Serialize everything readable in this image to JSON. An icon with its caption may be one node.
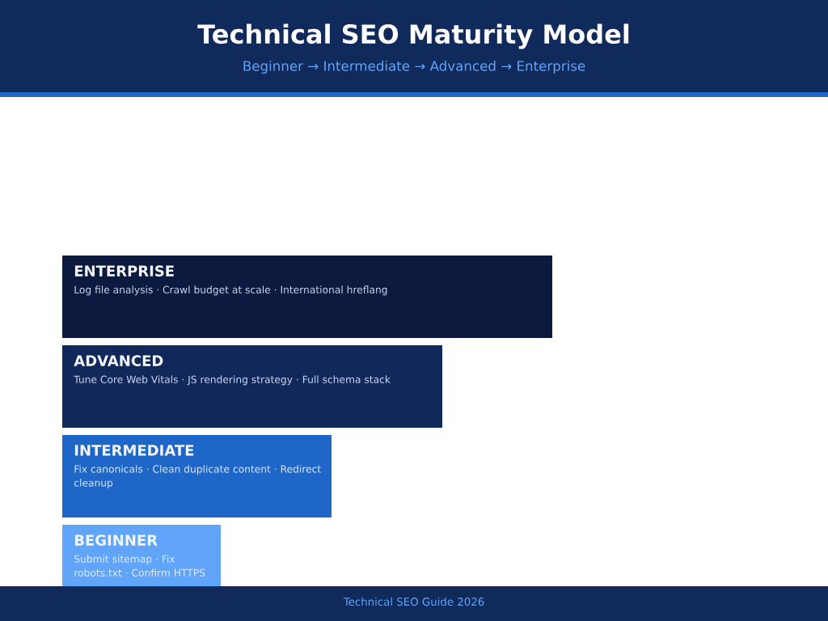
{
  "diagram": {
    "title": "Technical SEO Maturity Model",
    "nodes": [
      {
        "text": [
          "ENTERPRISE",
          "Log file analysis · Crawl budget at scale · International hreflang"
        ]
      },
      {
        "text": [
          "ADVANCED",
          "Tune Core Web Vitals · JS rendering strategy · Full schema stack"
        ]
      },
      {
        "text": [
          "INTERMEDIATE",
          "Fix canonicals · Clean duplicate content · Redirect cleanup"
        ]
      },
      {
        "text": [
          "BEGINNER",
          "Submit sitemap · Fix robots.txt · Confirm HTTPS"
        ]
      }
    ],
    "labels": [
      "Beginner → Intermediate → Advanced → Enterprise",
      "Technical SEO Guide 2026"
    ]
  }
}
